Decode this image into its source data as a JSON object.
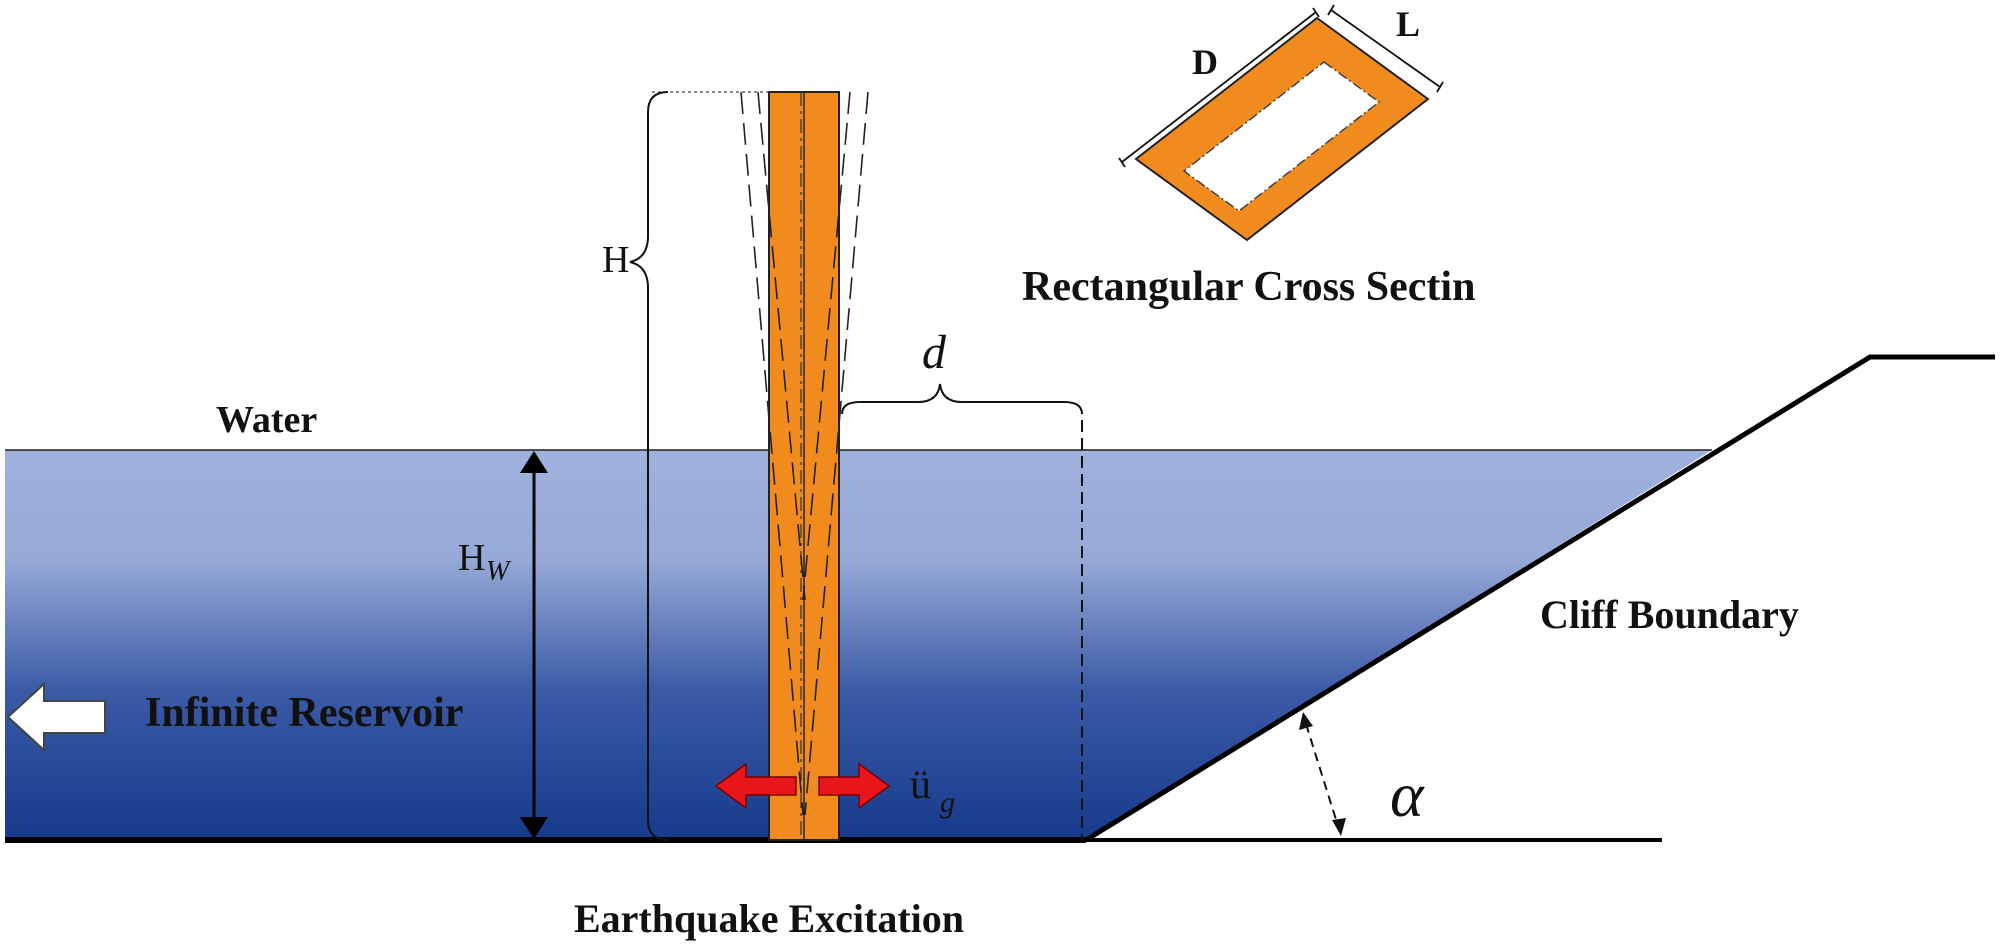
{
  "labels": {
    "water": "Water",
    "infinite_reservoir": "Infinite Reservoir",
    "cliff_boundary": "Cliff Boundary",
    "earthquake_excitation": "Earthquake Excitation",
    "cross_section_title": "Rectangular Cross Sectin",
    "height_symbol": "H",
    "water_height_symbol": "H",
    "water_height_subscript": "W",
    "distance_symbol": "d",
    "angle_symbol": "α",
    "ground_accel_symbol": "ü",
    "ground_accel_subscript": "g",
    "section_depth": "D",
    "section_width": "L"
  },
  "colors": {
    "water_top": "#9fb1dc",
    "water_bottom": "#163a8c",
    "structure_fill": "#f28b1e",
    "excitation_arrow": "#e8151b",
    "reservoir_arrow_fill": "#ffffff"
  }
}
